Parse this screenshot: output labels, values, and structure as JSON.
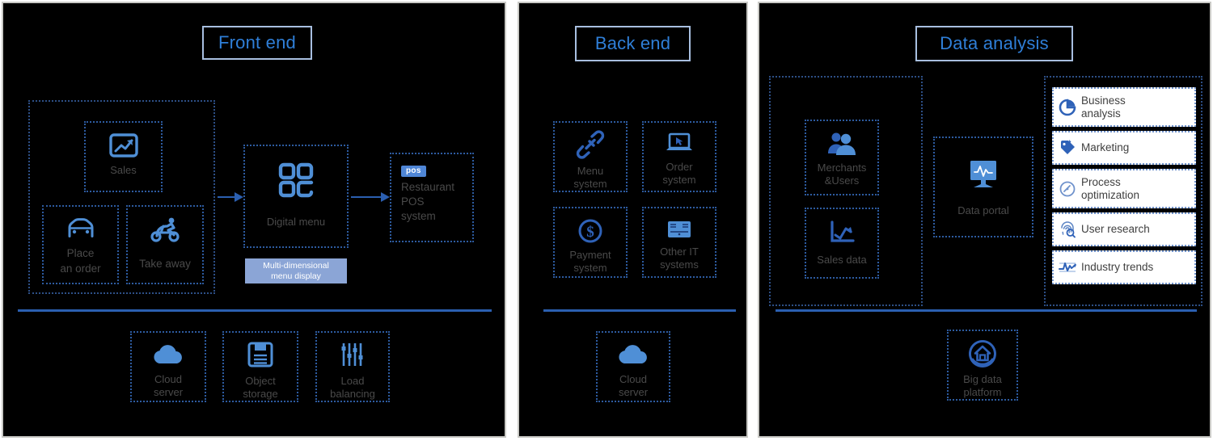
{
  "colors": {
    "panel_bg": "#000000",
    "panel_border": "#c9c9c5",
    "title_text": "#2f7fd8",
    "title_border": "#a8bfe0",
    "icon_blue": "#4f8fd6",
    "icon_deep_blue": "#2f62b8",
    "dashed_border": "#2d5ba0",
    "arrow": "#2b5fb0",
    "divider": "#2b5fb0",
    "label_gray": "#4a4a4a",
    "callout_bg": "#8ba5d6",
    "callout_text": "#ffffff",
    "badge_bg": "#4f86d6",
    "white_row_bg": "#ffffff"
  },
  "panels": [
    {
      "id": "frontend",
      "title": "Front end",
      "app_group": {
        "items": [
          {
            "label": "Sales",
            "icon": "sales-chart-icon"
          },
          {
            "label": "Place\nan order",
            "label_line1": "Place",
            "label_line2": "an order",
            "icon": "car-icon"
          },
          {
            "label": "Take away",
            "icon": "delivery-scooter-icon"
          }
        ]
      },
      "flow": {
        "digital_menu": {
          "label": "Digital menu",
          "icon": "grid-menu-icon"
        },
        "callout": {
          "line1": "Multi-dimensional",
          "line2": "menu display"
        },
        "pos": {
          "badge": "pos",
          "line1": "Restaurant",
          "line2": "POS",
          "line3": "system",
          "icon": "pos-badge-icon"
        }
      },
      "infrastructure": [
        {
          "line1": "Cloud",
          "line2": "server",
          "icon": "cloud-icon"
        },
        {
          "line1": "Object",
          "line2": "storage",
          "icon": "floppy-disk-icon"
        },
        {
          "line1": "Load",
          "line2": "balancing",
          "icon": "sliders-icon"
        }
      ]
    },
    {
      "id": "backend",
      "title": "Back end",
      "systems": [
        {
          "line1": "Menu",
          "line2": "system",
          "icon": "chain-link-icon"
        },
        {
          "line1": "Order",
          "line2": "system",
          "icon": "laptop-cursor-icon"
        },
        {
          "line1": "Payment",
          "line2": "system",
          "icon": "dollar-circle-icon"
        },
        {
          "line1": "Other IT",
          "line2": "systems",
          "icon": "server-rack-icon"
        }
      ],
      "infrastructure": [
        {
          "line1": "Cloud",
          "line2": "server",
          "icon": "cloud-icon"
        }
      ]
    },
    {
      "id": "data",
      "title": "Data analysis",
      "sources": [
        {
          "line1": "Merchants",
          "line2": "&Users",
          "icon": "users-icon"
        },
        {
          "line1": "Sales data",
          "line2": "",
          "icon": "line-chart-icon"
        }
      ],
      "portal": {
        "label": "Data portal",
        "icon": "monitor-pulse-icon"
      },
      "outputs": [
        {
          "line1": "Business",
          "line2": "analysis",
          "icon": "pie-chart-icon"
        },
        {
          "line1": "Marketing",
          "line2": "",
          "icon": "tag-icon"
        },
        {
          "line1": "Process",
          "line2": "optimization",
          "icon": "gauge-icon"
        },
        {
          "line1": "User research",
          "line2": "",
          "icon": "fingerprint-search-icon"
        },
        {
          "line1": "Industry trends",
          "line2": "",
          "icon": "trend-pulse-icon"
        }
      ],
      "infrastructure": [
        {
          "line1": "Big data",
          "line2": "platform",
          "icon": "home-shield-icon"
        }
      ]
    }
  ]
}
